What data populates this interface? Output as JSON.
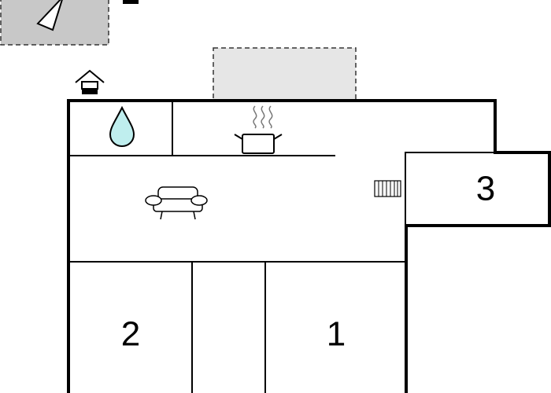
{
  "rooms": [
    {
      "id": "room-1",
      "label": "1"
    },
    {
      "id": "room-2",
      "label": "2"
    },
    {
      "id": "room-3",
      "label": "3"
    }
  ],
  "icons": {
    "compass": "compass-icon",
    "entrance": "entrance-icon",
    "water": "water-drop-icon",
    "kitchen": "cooking-pot-icon",
    "living": "sofa-icon",
    "heater": "radiator-icon"
  },
  "colors": {
    "walls": "#000000",
    "water": "#bfeeee",
    "gray_area": "#c8c8c8",
    "terrace": "#e6e6e6"
  }
}
